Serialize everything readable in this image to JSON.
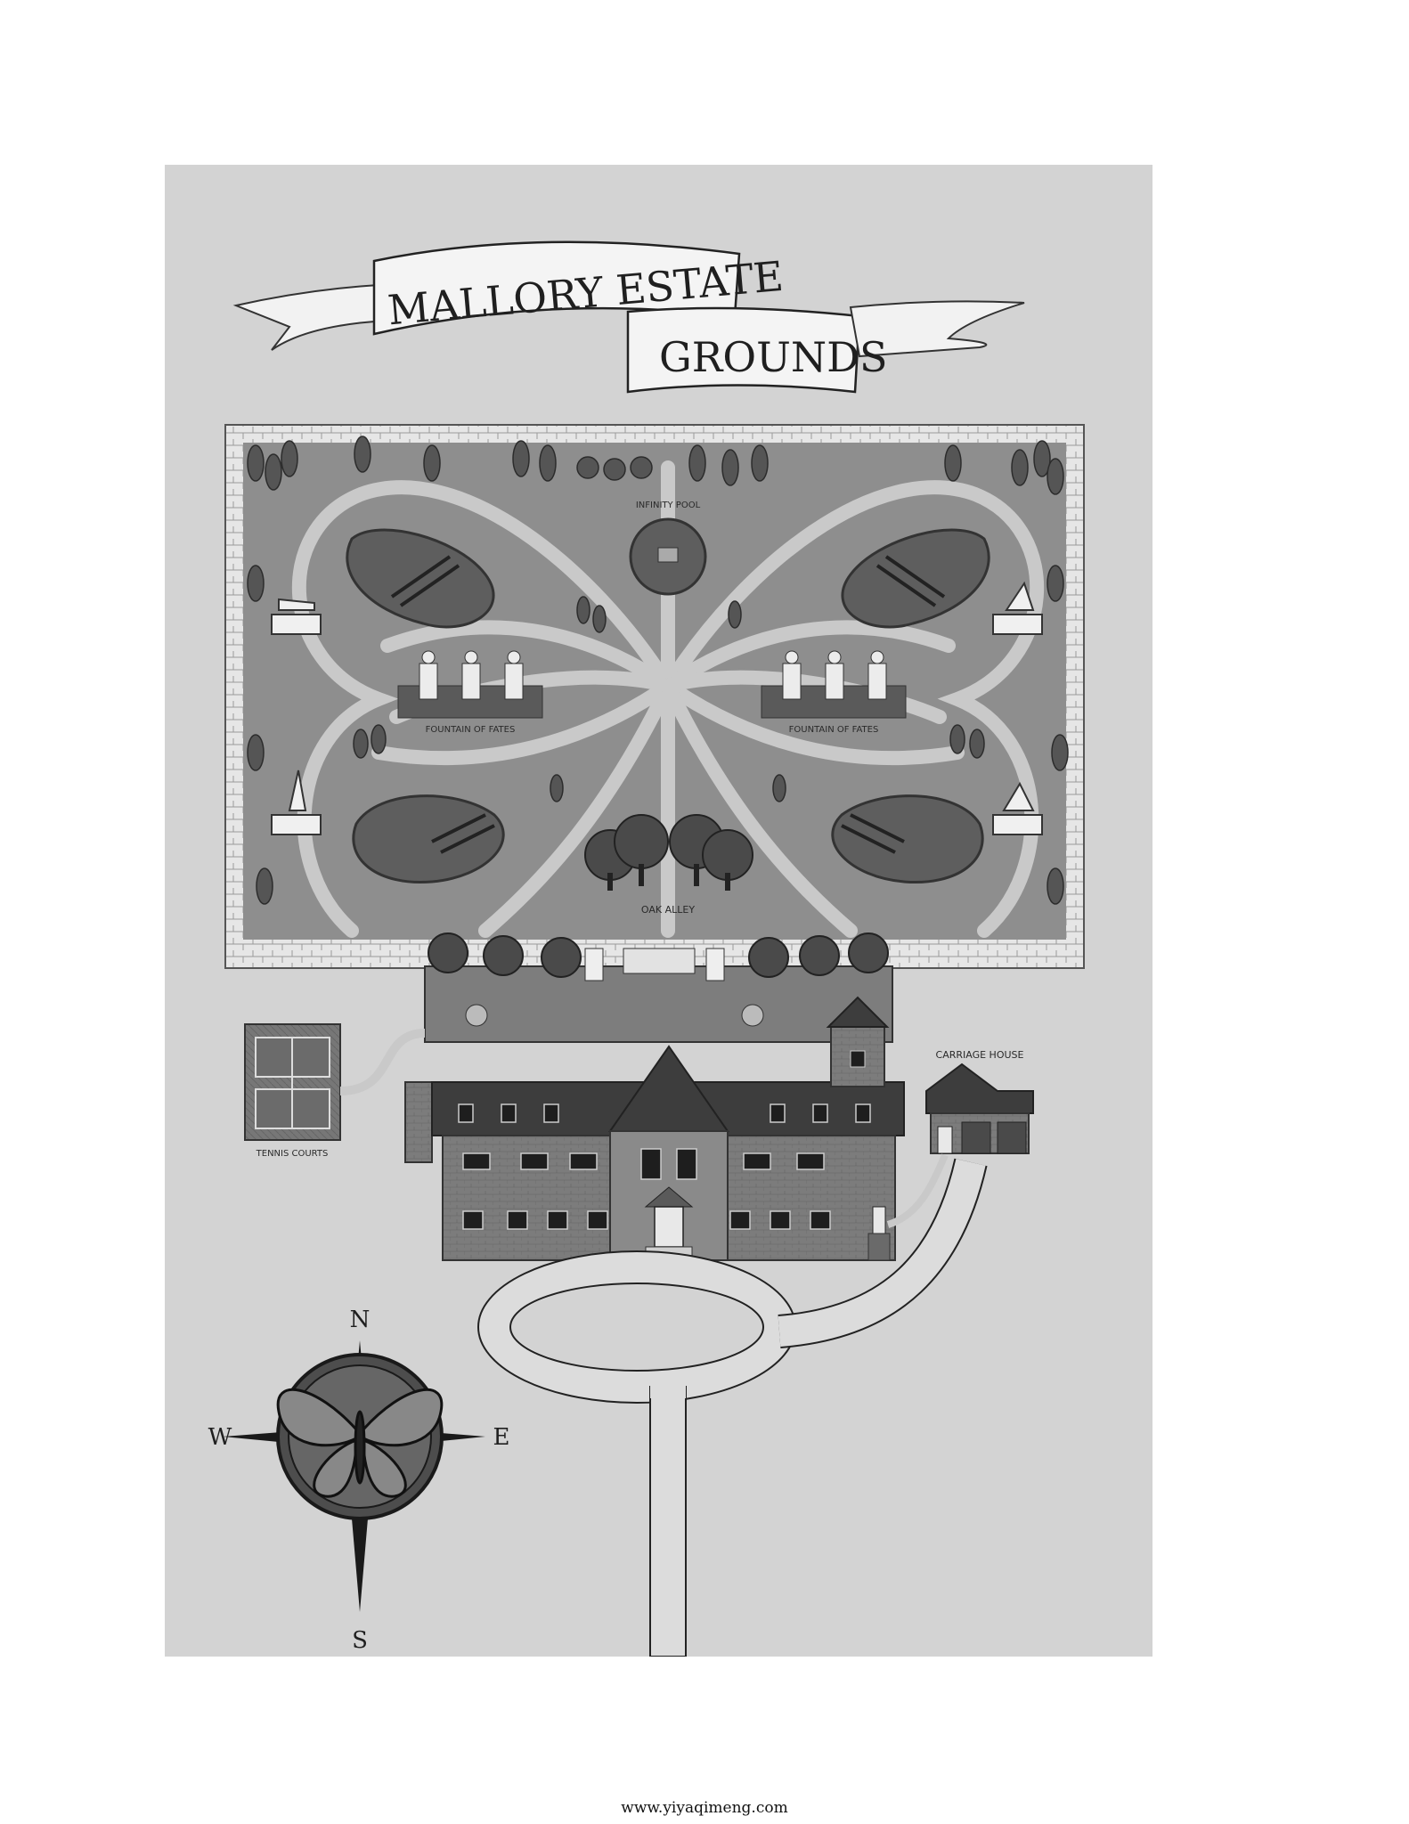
{
  "banner": {
    "line1": "MALLORY ESTATE",
    "line2": "GROUNDS"
  },
  "labels": {
    "infinity_pool": "INFINITY POOL",
    "fountain_left": "FOUNTAIN OF FATES",
    "fountain_right": "FOUNTAIN OF FATES",
    "oak_alley": "OAK ALLEY",
    "carriage_house": "CARRIAGE HOUSE",
    "tennis_courts": "TENNIS COURTS"
  },
  "compass": {
    "n": "N",
    "s": "S",
    "e": "E",
    "w": "W"
  },
  "footer": {
    "watermark": "www.yiyaqimeng.com"
  },
  "colors": {
    "panel": "#d3d3d3",
    "grass": "#8e8e8e",
    "path": "#c9c9c9",
    "pond": "#5e5e5e",
    "roof": "#3d3d3d",
    "wall": "#d9d9d9"
  }
}
